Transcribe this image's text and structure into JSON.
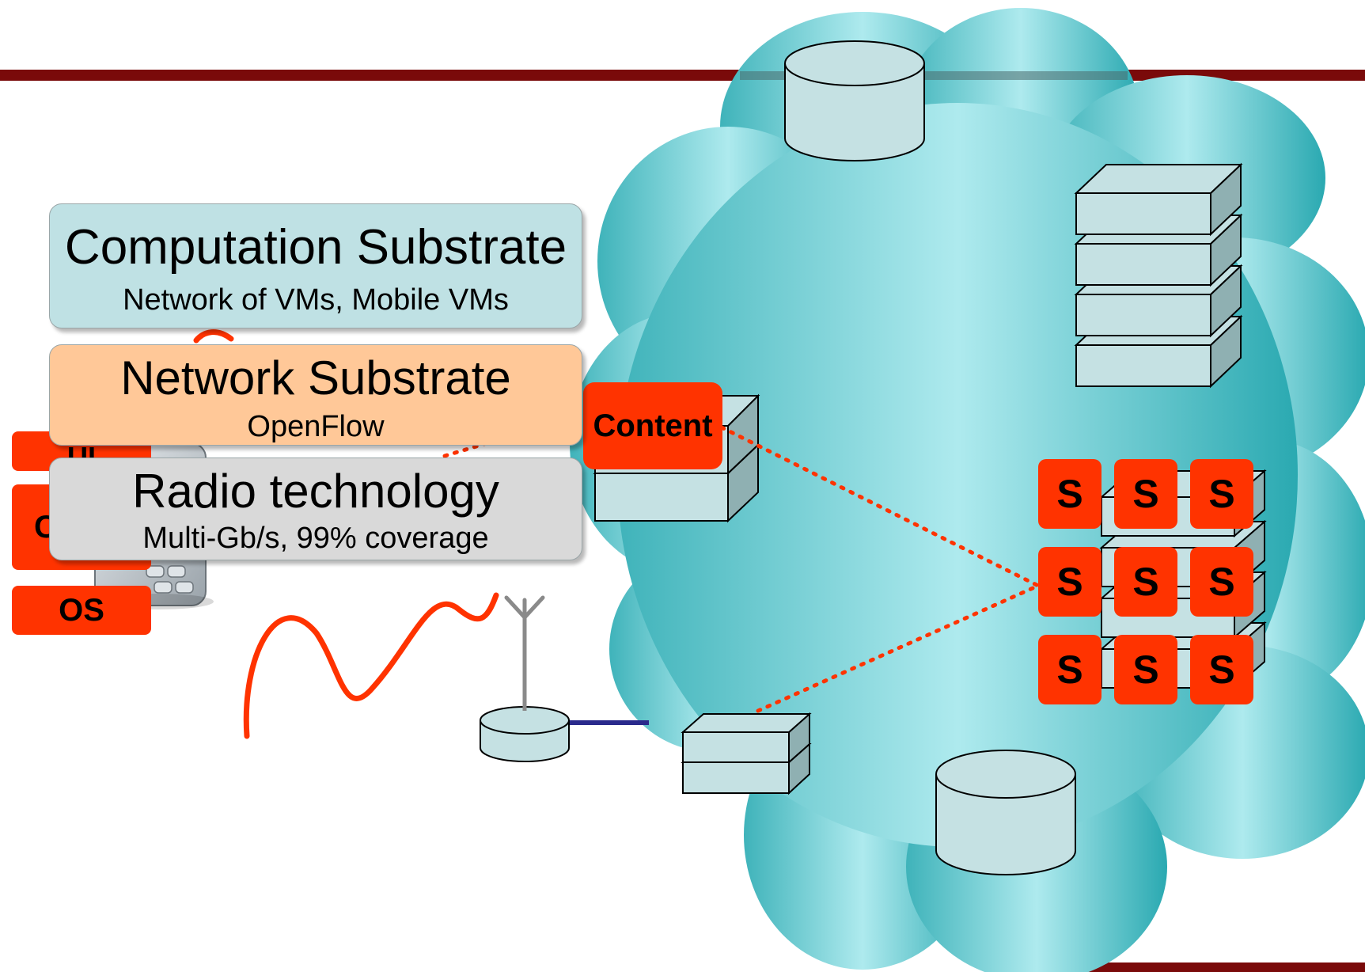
{
  "colors": {
    "accent_bar": "#7a0a0a",
    "cloud_fill": "#7fd3d8",
    "device_fill": "#c5e1e3",
    "tag_fill": "#ff3300",
    "dotted_link": "#ff3300",
    "wire_link": "#2a2a8c"
  },
  "panels": {
    "computation": {
      "title": "Computation Substrate",
      "subtitle": "Network of VMs, Mobile VMs",
      "fill": "#bfe1e4"
    },
    "network": {
      "title": "Network Substrate",
      "subtitle": "OpenFlow",
      "fill": "#ffc898"
    },
    "radio": {
      "title": "Radio technology",
      "subtitle": "Multi-Gb/s, 99% coverage",
      "fill": "#d9d9d9"
    }
  },
  "tags": {
    "content": "Content",
    "os": "OS",
    "partial_ui": "UI",
    "partial_c": "C",
    "service_label": "S",
    "service_grid_rows": 3,
    "service_grid_cols": 3
  },
  "icons": [
    "cloud-shape",
    "database-icon",
    "server-stack-icon",
    "mobile-phone-icon",
    "antenna-icon",
    "base-station-icon",
    "radio-wave-icon"
  ]
}
